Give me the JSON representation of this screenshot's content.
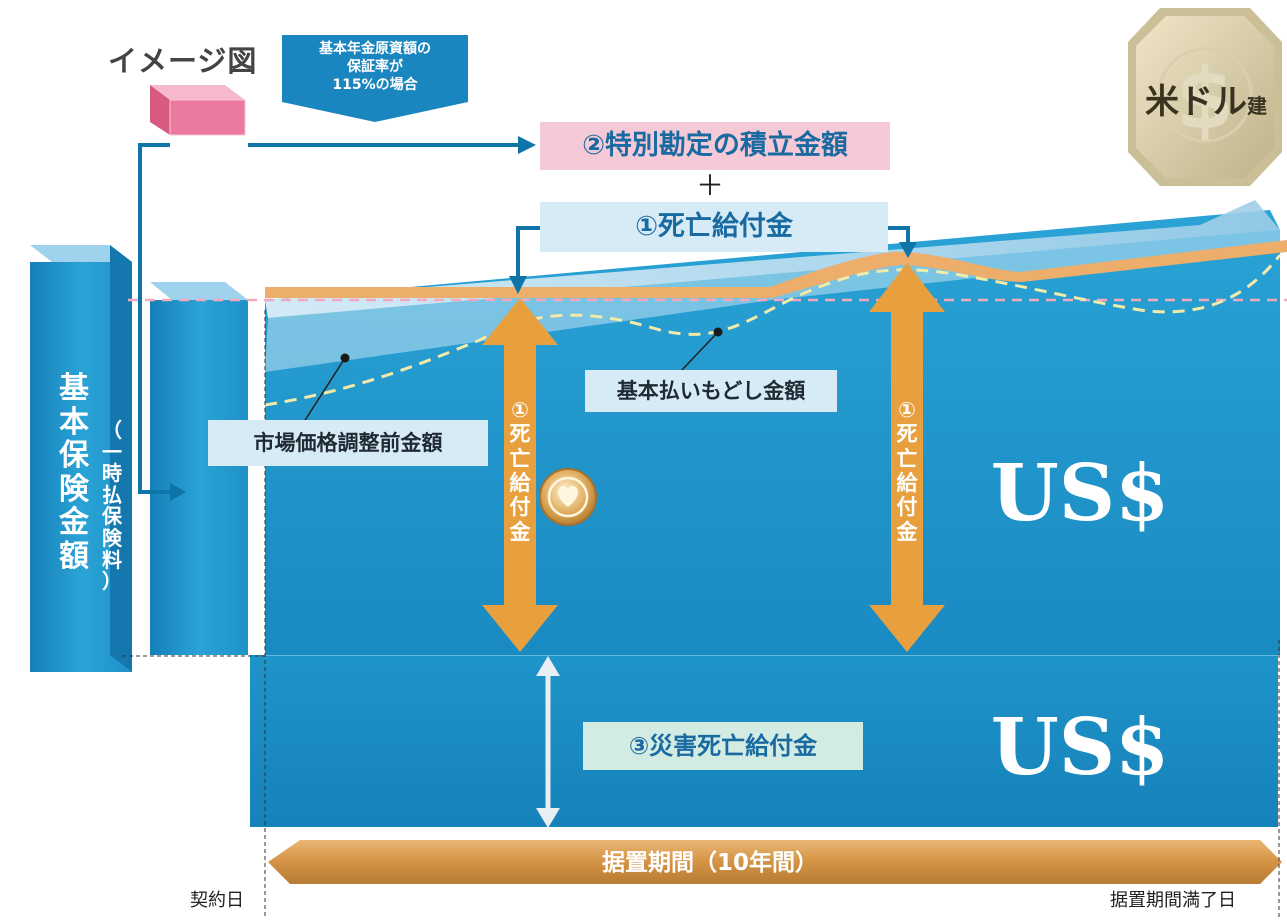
{
  "header": {
    "image_caption": "イメージ図",
    "guarantee_note": [
      "基本年金原資額の",
      "保証率が",
      "115%の場合"
    ]
  },
  "badge": {
    "text": "米ドル",
    "suffix": "建"
  },
  "labels": {
    "special_account": "②特別勘定の積立金額",
    "plus": "＋",
    "death_benefit": "①死亡給付金",
    "base_refund": "基本払いもどし金額",
    "pre_mva_amount": "市場価格調整前金額",
    "accident_death": "③災害死亡給付金",
    "deferral_period": "据置期間（10年間）",
    "contract_date": "契約日",
    "deferral_end": "据置期間満了日"
  },
  "vertical_labels": {
    "base_amount": [
      "基",
      "本",
      "保",
      "険",
      "金",
      "額"
    ],
    "single_premium": [
      "（",
      "一",
      "時",
      "払",
      "保",
      "険",
      "料",
      "）"
    ],
    "death_benefit_left": [
      "①",
      "死",
      "亡",
      "給",
      "付",
      "金"
    ],
    "death_benefit_right": [
      "①",
      "死",
      "亡",
      "給",
      "付",
      "金"
    ]
  },
  "currency": {
    "upper": "US$",
    "lower": "US$"
  },
  "colors": {
    "blue": "#1e92c7",
    "blue_dark": "#0f74a8",
    "blue_light": "#d6ebf6",
    "orange": "#e8a03e",
    "pink_box": "#f5c9d5",
    "pink_block": "#e8628a",
    "green_box": "#d3ece3",
    "tan_band": "#c98a3c",
    "curve": "#f5ecb0"
  },
  "icons": [
    "cube-icon",
    "arrow-right-icon",
    "arrow-down-icon",
    "double-arrow-icon",
    "heart-coin-icon",
    "usd-badge-icon"
  ]
}
